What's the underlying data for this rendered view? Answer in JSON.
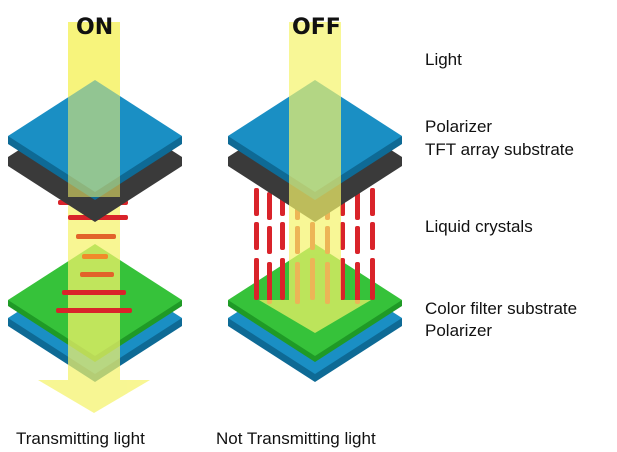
{
  "states": [
    {
      "title": "ON",
      "caption": "Transmitting light"
    },
    {
      "title": "OFF",
      "caption": "Not Transmitting light"
    }
  ],
  "layer_labels": {
    "light": "Light",
    "polarizer_top": "Polarizer",
    "tft": "TFT array substrate",
    "liquid_crystals": "Liquid crystals",
    "color_filter": "Color filter substrate",
    "polarizer_bottom": "Polarizer"
  },
  "colors": {
    "polarizer": "#1a8fc4",
    "polarizer_edge": "#0e6a95",
    "tft": "#3a3a3a",
    "color_filter": "#36c23a",
    "color_filter_edge": "#1f9a26",
    "light_beam": "#f5f36a",
    "crystal": "#d9232a",
    "crystal_highlight": "#f08a2a"
  }
}
